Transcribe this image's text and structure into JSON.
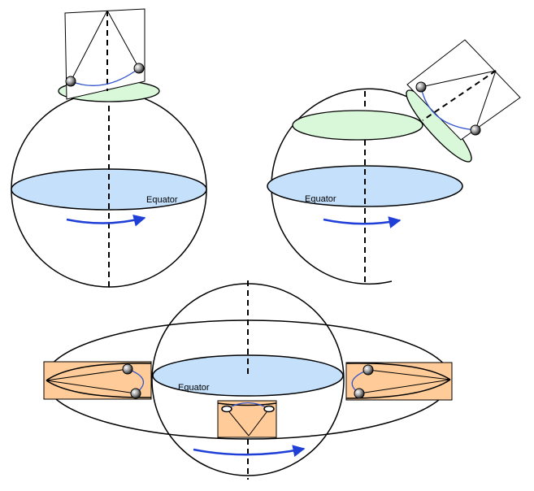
{
  "labels": {
    "equator_top_left": "Equator",
    "equator_top_right": "Equator",
    "equator_bottom": "Equator"
  },
  "colors": {
    "equator_fill": "#c4e0fb",
    "cap_fill": "#d9f7d9",
    "panel_fill": "#ffcc99",
    "arrow": "#1f3fd6",
    "path_curve": "#3355cc",
    "outline": "#000000"
  }
}
